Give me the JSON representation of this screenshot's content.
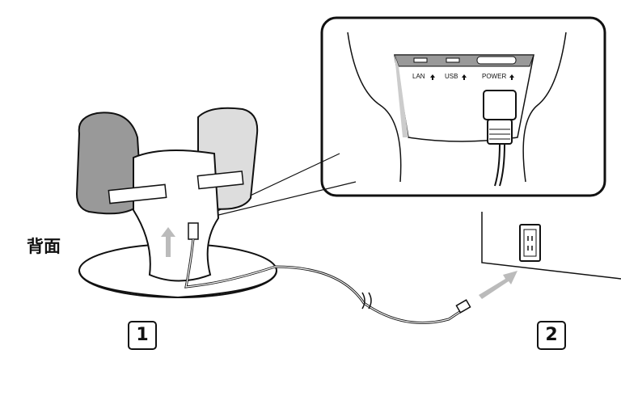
{
  "labels": {
    "back_side": "背面",
    "step1": "1",
    "step2": "2",
    "port_lan": "LAN",
    "port_usb": "USB",
    "port_power": "POWER"
  },
  "colors": {
    "line": "#111111",
    "panel_gray": "#cccccc",
    "arrow_gray": "#bbbbbb"
  }
}
